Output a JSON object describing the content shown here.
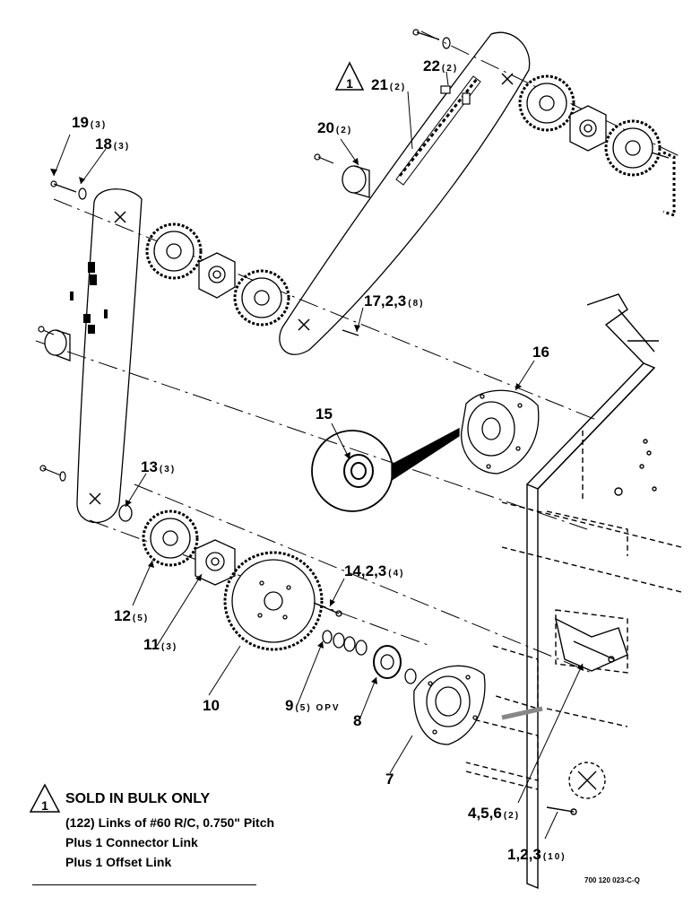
{
  "callouts": [
    {
      "id": "c19",
      "num": "19",
      "qty": "(3)"
    },
    {
      "id": "c18",
      "num": "18",
      "qty": "(3)"
    },
    {
      "id": "c20",
      "num": "20",
      "qty": "(2)"
    },
    {
      "id": "c21",
      "num": "21",
      "qty": "(2)"
    },
    {
      "id": "c22",
      "num": "22",
      "qty": "(2)"
    },
    {
      "id": "c17",
      "num": "17,2,3",
      "qty": "(8)"
    },
    {
      "id": "c16",
      "num": "16",
      "qty": ""
    },
    {
      "id": "c15",
      "num": "15",
      "qty": ""
    },
    {
      "id": "c13",
      "num": "13",
      "qty": "(3)"
    },
    {
      "id": "c12",
      "num": "12",
      "qty": "(5)"
    },
    {
      "id": "c11",
      "num": "11",
      "qty": "(3)"
    },
    {
      "id": "c10",
      "num": "10",
      "qty": ""
    },
    {
      "id": "c14",
      "num": "14,2,3",
      "qty": "(4)"
    },
    {
      "id": "c9",
      "num": "9",
      "qty": "(5) OPV"
    },
    {
      "id": "c8",
      "num": "8",
      "qty": ""
    },
    {
      "id": "c7",
      "num": "7",
      "qty": ""
    },
    {
      "id": "c456",
      "num": "4,5,6",
      "qty": "(2)"
    },
    {
      "id": "c123",
      "num": "1,2,3",
      "qty": "(10)"
    }
  ],
  "note": {
    "marker": "1",
    "title": "SOLD IN BULK ONLY",
    "lines": [
      "(122) Links of #60 R/C, 0.750\" Pitch",
      "Plus 1 Connector Link",
      "Plus 1 Offset Link"
    ]
  },
  "figure_id": "700 120 023-C-Q"
}
